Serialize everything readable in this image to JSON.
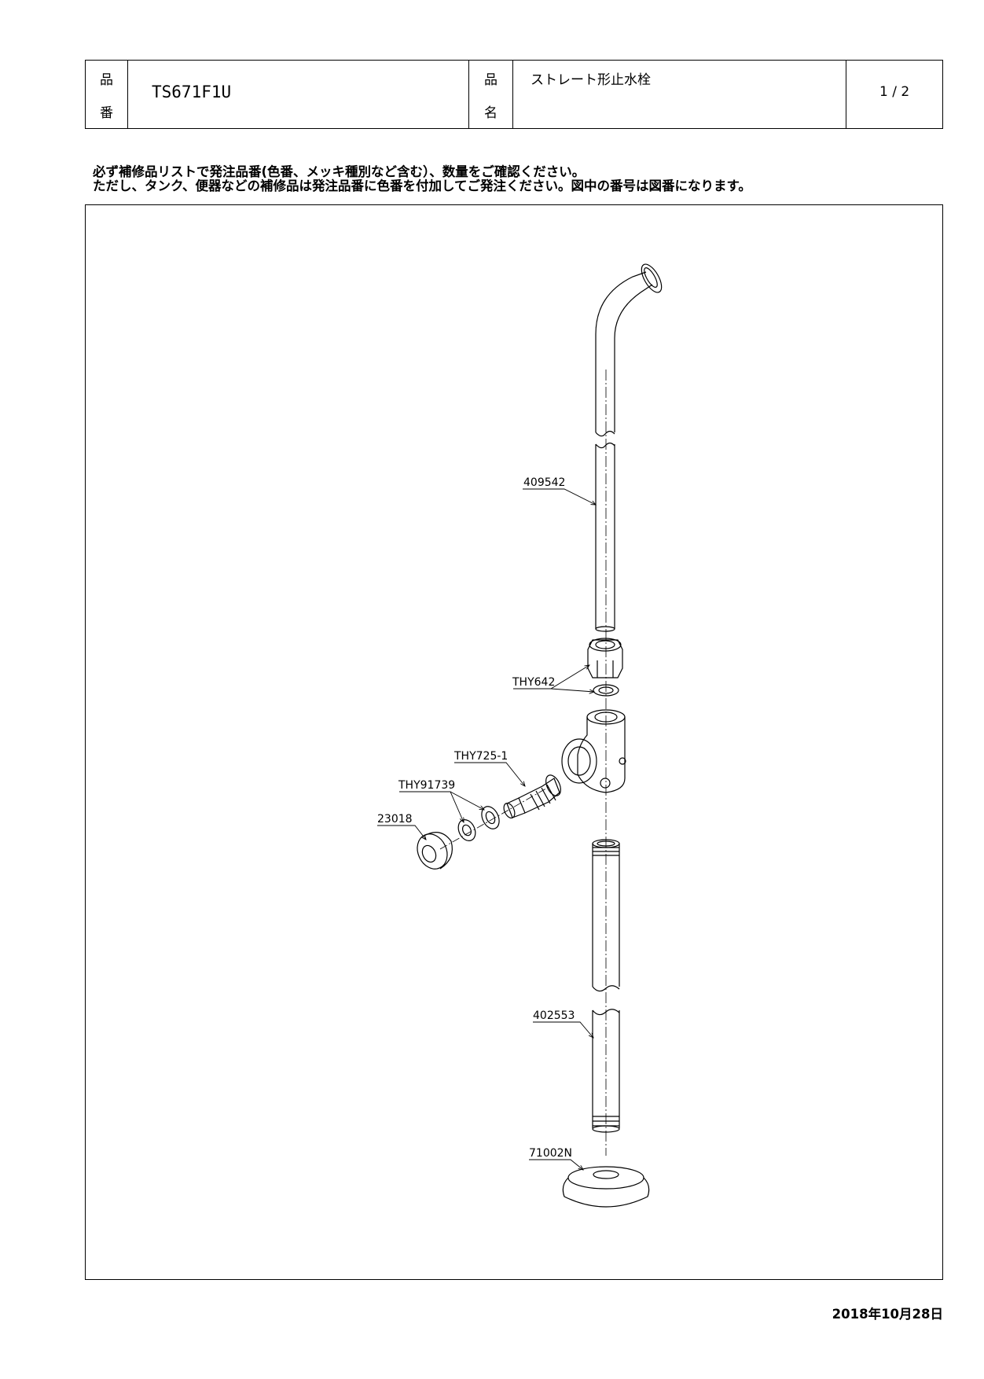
{
  "header": {
    "part_no_label": [
      "品",
      "番"
    ],
    "part_no": "TS671F1U",
    "part_name_label": [
      "品",
      "名"
    ],
    "part_name": "ストレート形止水栓",
    "page": "1 / 2"
  },
  "notes": [
    "必ず補修品リストで発注品番(色番、メッキ種別など含む）、数量をご確認ください。",
    "ただし、タンク、便器などの補修品は発注品番に色番を付加してご発注ください。図中の番号は図番になります。"
  ],
  "parts": {
    "p409542": "409542",
    "thy642": "THY642",
    "thy725": "THY725-1",
    "thy91739": "THY91739",
    "p23018": "23018",
    "p402553": "402553",
    "p71002n": "71002N"
  },
  "date": "2018年10月28日"
}
